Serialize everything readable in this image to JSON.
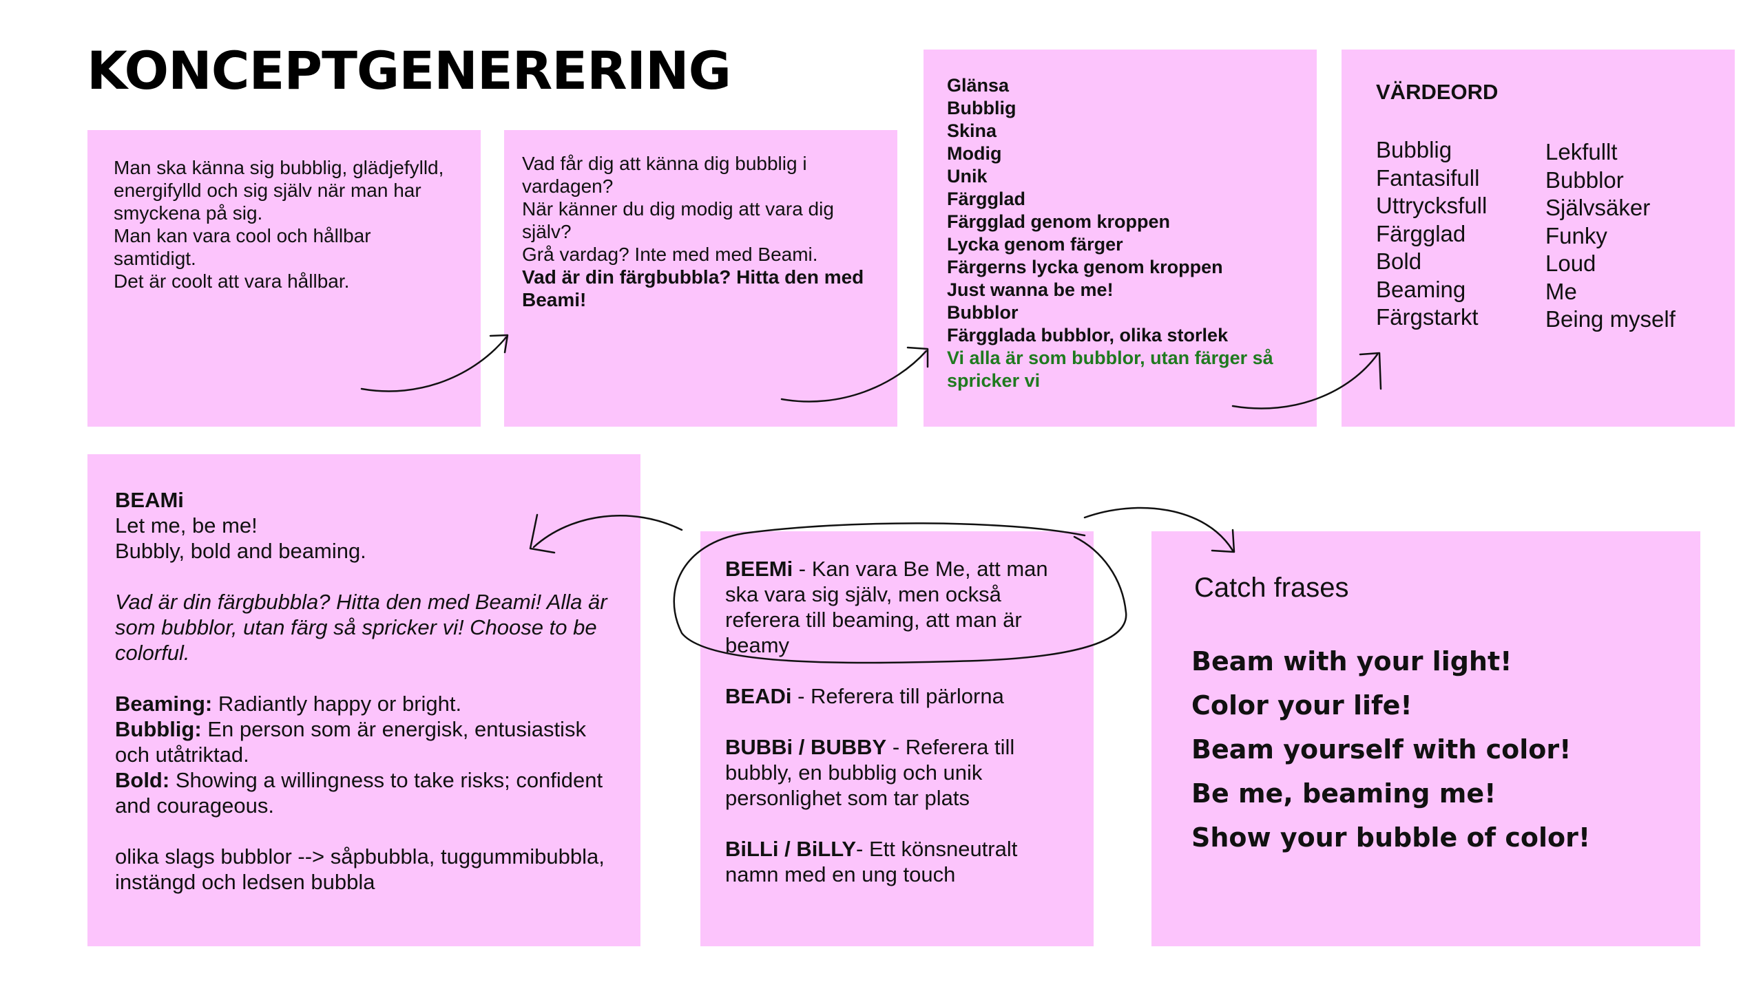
{
  "page": {
    "title": "KONCEPTGENERERING"
  },
  "note1": {
    "p1": "Man ska känna sig bubblig, glädjefylld, energifylld och sig själv när man har smyckena på sig.",
    "p2": "Man kan vara cool och hållbar samtidigt.",
    "p3": "Det är coolt att vara hållbar."
  },
  "note2": {
    "p1": "Vad får dig att känna dig bubblig i vardagen?",
    "p2": "När känner du dig modig att vara dig själv?",
    "p3": "Grå vardag? Inte med med Beami.",
    "p4": "Vad är din färgbubbla? Hitta den med Beami!"
  },
  "note3": {
    "words": [
      "Glänsa",
      "Bubblig",
      "Skina",
      "Modig",
      "Unik",
      "Färgglad",
      "Färgglad genom kroppen",
      "Lycka genom färger",
      "Färgerns lycka genom kroppen",
      "Just wanna be me!",
      "Bubblor",
      "Färgglada bubblor, olika storlek"
    ],
    "highlight": "Vi alla är som bubblor, utan färger så spricker vi",
    "highlight_color": "#1f7a1f"
  },
  "note4": {
    "heading": "VÄRDEORD",
    "col1": [
      "Bubblig",
      "Fantasifull",
      "Uttrycksfull",
      "Färgglad",
      "Bold",
      "Beaming",
      "Färgstarkt"
    ],
    "col2": [
      "Lekfullt",
      "Bubblor",
      "Självsäker",
      "Funky",
      "Loud",
      "Me",
      "Being myself"
    ]
  },
  "note5": {
    "name": "BEAMi",
    "tag1": "Let me, be me!",
    "tag2": "Bubbly, bold and beaming.",
    "italic": "Vad är din färgbubbla? Hitta den med Beami! Alla är som bubblor, utan färg så spricker vi! Choose to be colorful.",
    "def1_term": "Beaming:",
    "def1_text": " Radiantly happy or bright.",
    "def2_term": "Bubblig:",
    "def2_text": " En person som är energisk, entusiastisk och utåtriktad.",
    "def3_term": "Bold:",
    "def3_text": " Showing a willingness to take risks; confident and courageous.",
    "bubbles": "olika slags bubblor --> såpbubbla, tuggummibubbla, instängd och ledsen bubbla"
  },
  "note6": {
    "items": [
      {
        "name": "BEEMi",
        "text": " - Kan vara Be Me, att man ska vara sig själv, men också referera till beaming, att man är beamy"
      },
      {
        "name": "BEADi",
        "text": " - Referera till pärlorna"
      },
      {
        "name": "BUBBi / BUBBY",
        "text": " - Referera till bubbly, en bubblig och unik personlighet som tar plats"
      },
      {
        "name": "BiLLi / BiLLY",
        "text": "- Ett könsneutralt namn med en ung touch"
      }
    ]
  },
  "note7": {
    "heading": "Catch frases",
    "phrases": [
      "Beam with your light!",
      "Color your life!",
      "Beam yourself with color!",
      "Be me, beaming me!",
      "Show your bubble of color!"
    ]
  },
  "colors": {
    "sticky_note": "#fcc4fc",
    "ink": "#111111"
  }
}
